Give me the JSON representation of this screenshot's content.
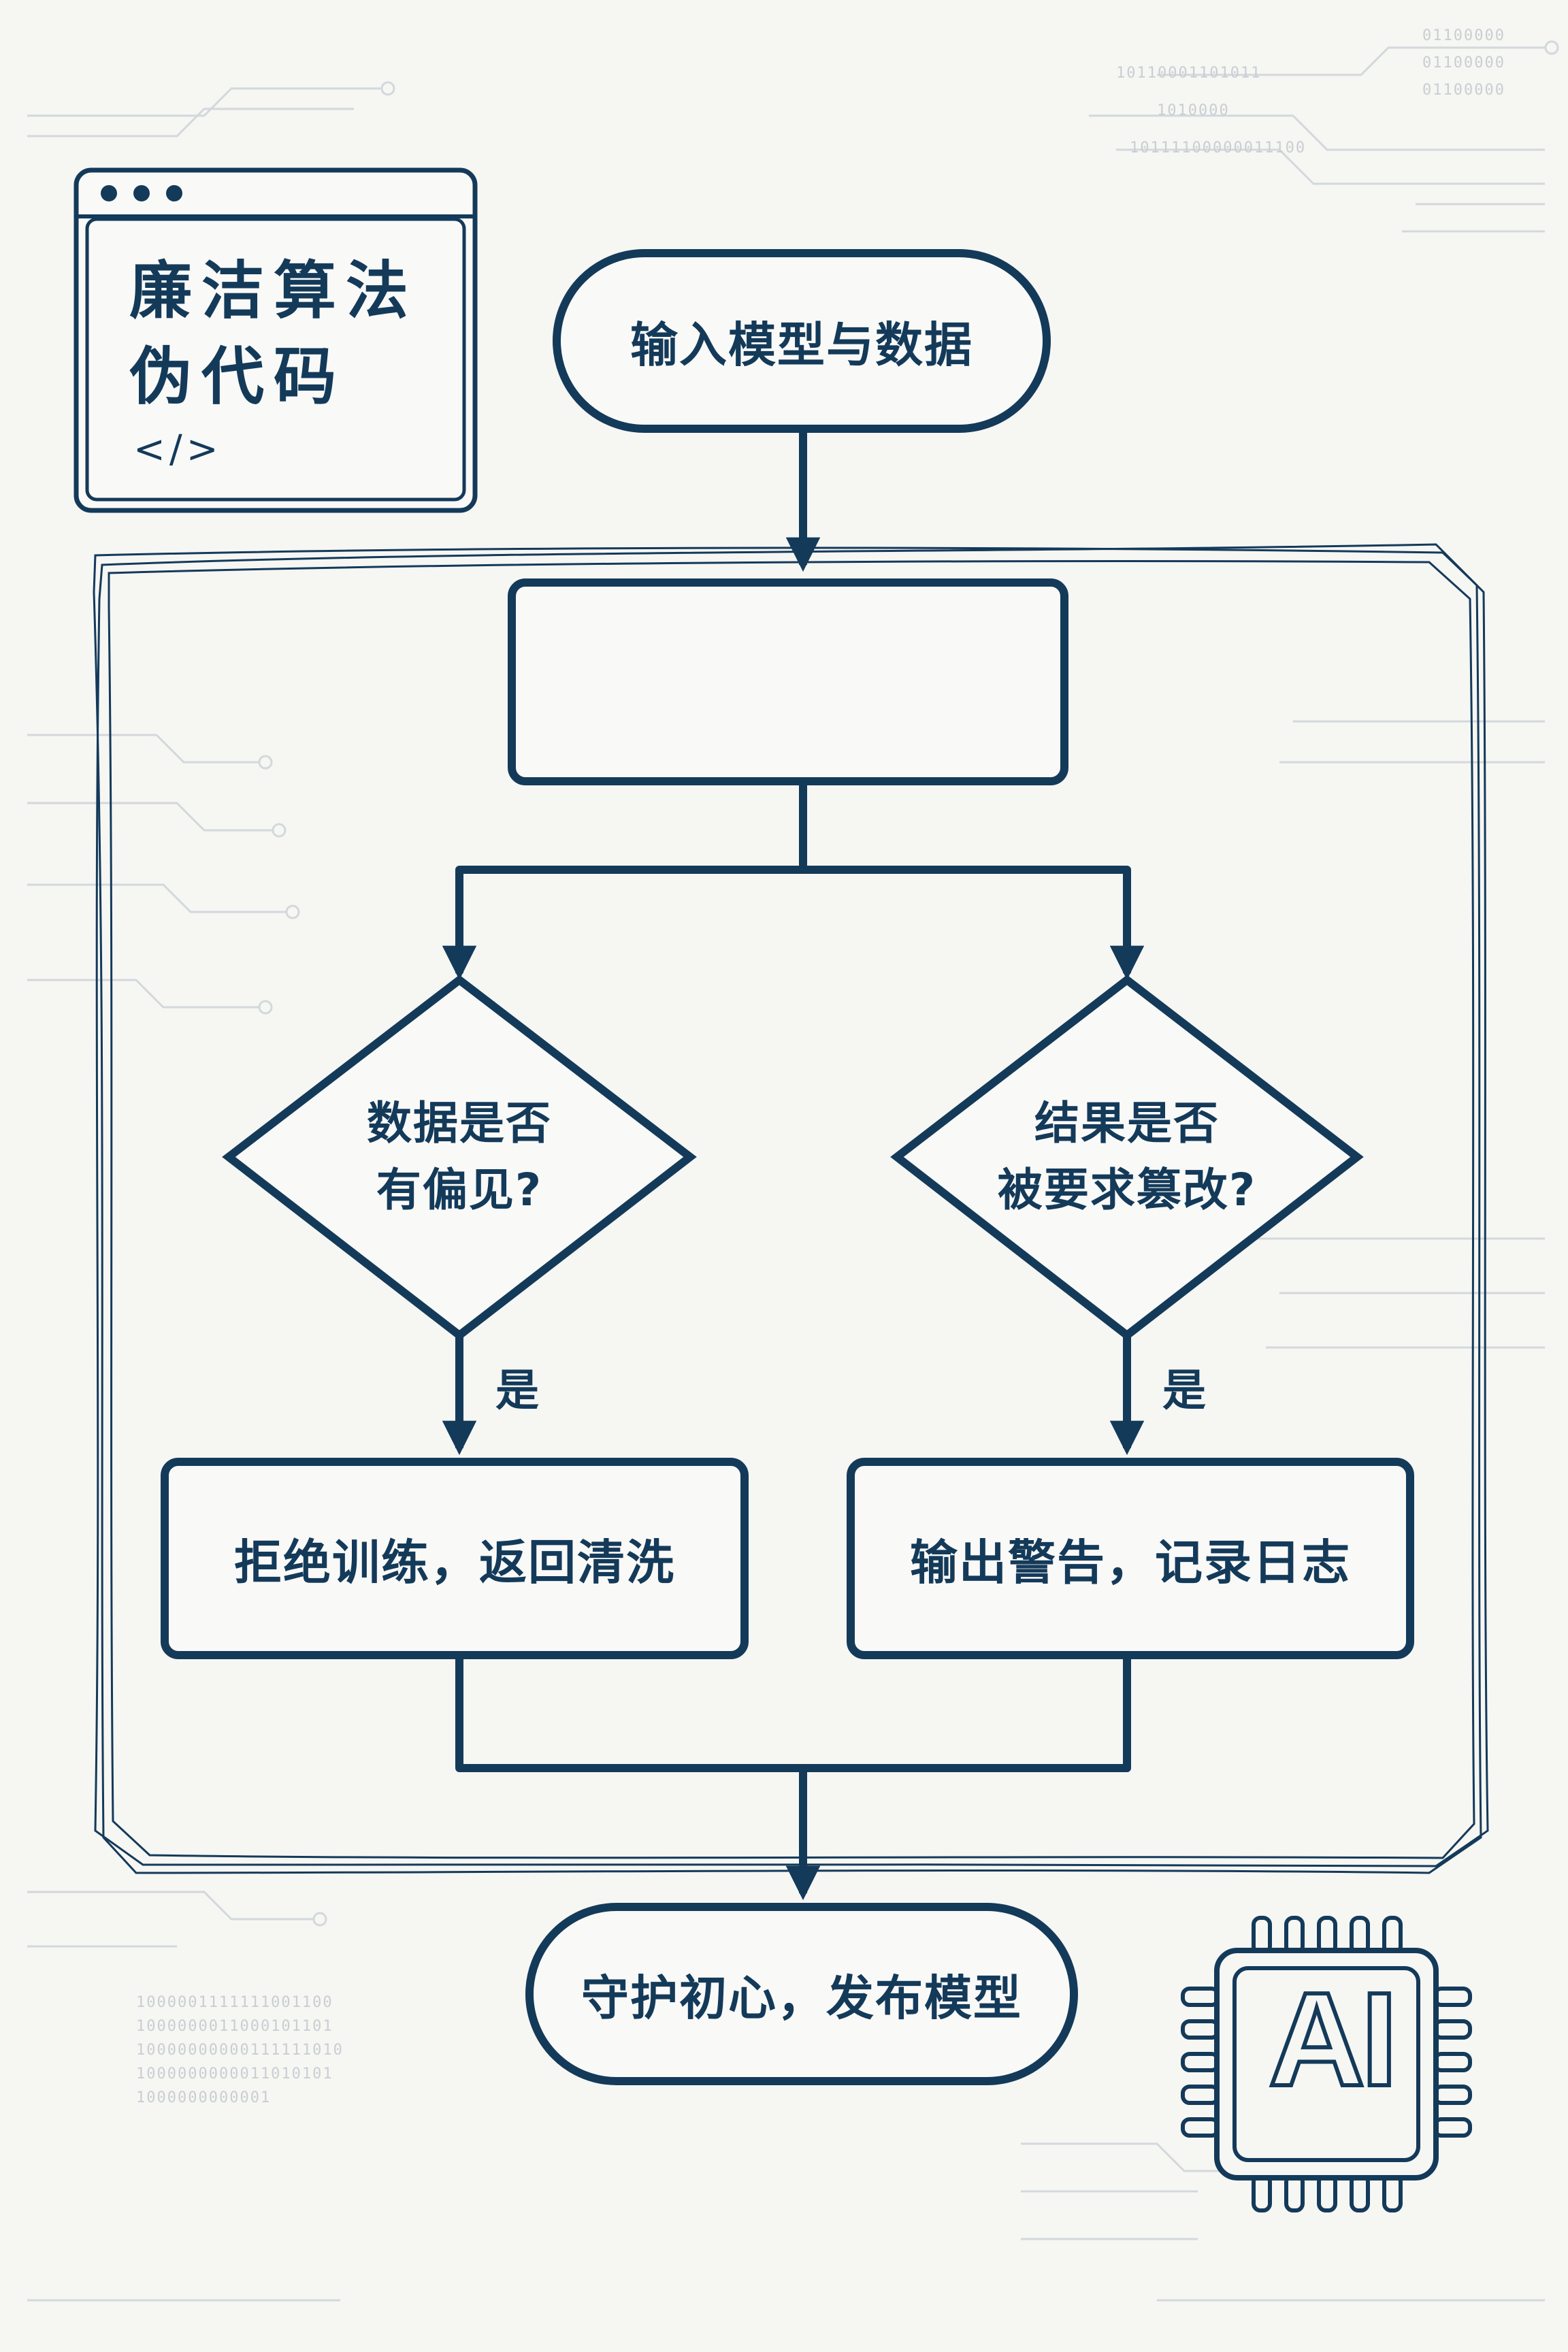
{
  "title_card": {
    "title": "廉洁算法\n伪代码",
    "code_tag": "</>"
  },
  "nodes": {
    "start": "输入模型与数据",
    "process": "",
    "decision_left": "数据是否\n有偏见?",
    "decision_right": "结果是否\n被要求篡改?",
    "action_left": "拒绝训练，返回清洗",
    "action_right": "输出警告，记录日志",
    "end": "守护初心，发布模型"
  },
  "edge_labels": {
    "left_yes": "是",
    "right_yes": "是"
  },
  "chip": {
    "label": "AI"
  },
  "colors": {
    "ink": "#143a5a",
    "background": "#f6f6f3",
    "node_fill": "#f9f9f7",
    "faint_circuit": "#cfd4d9"
  }
}
